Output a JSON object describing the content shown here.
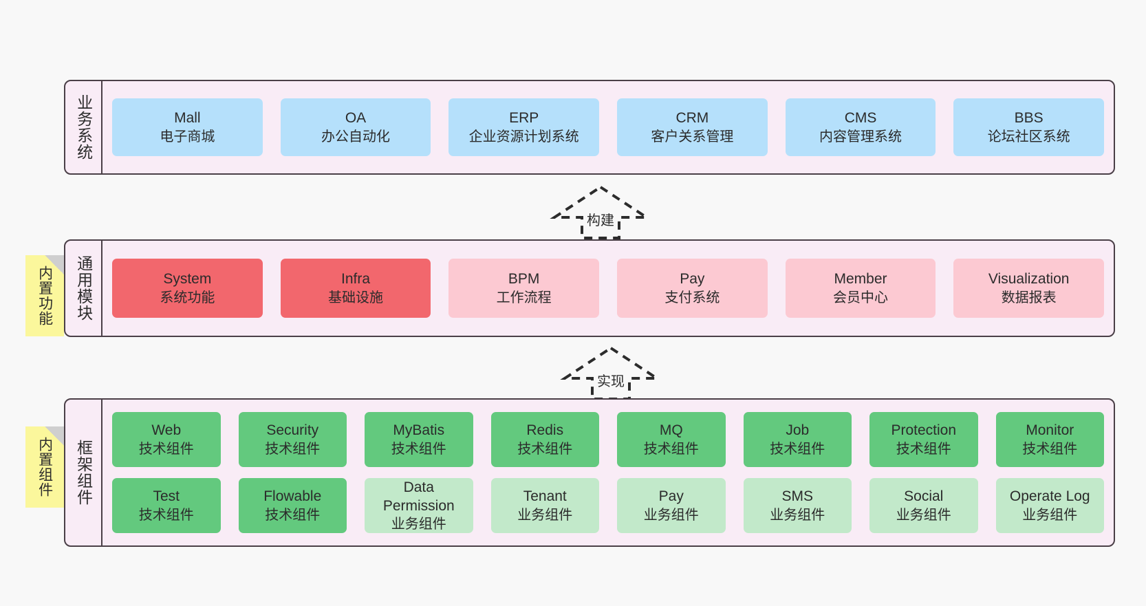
{
  "diagram": {
    "background_color": "#f8f8f8",
    "band_fill": "#f9ecf6",
    "band_border": "#4a3f47",
    "note_fill": "#fbf79c",
    "note_fold": "#cfcfcf"
  },
  "layers": [
    {
      "id": "business",
      "title": "业务系统",
      "note": null,
      "rows": [
        {
          "cards": [
            {
              "en": "Mall",
              "cn": "电子商城",
              "color": "#b5e0fb",
              "style": "c-blue"
            },
            {
              "en": "OA",
              "cn": "办公自动化",
              "color": "#b5e0fb",
              "style": "c-blue"
            },
            {
              "en": "ERP",
              "cn": "企业资源计划系统",
              "color": "#b5e0fb",
              "style": "c-blue"
            },
            {
              "en": "CRM",
              "cn": "客户关系管理",
              "color": "#b5e0fb",
              "style": "c-blue"
            },
            {
              "en": "CMS",
              "cn": "内容管理系统",
              "color": "#b5e0fb",
              "style": "c-blue"
            },
            {
              "en": "BBS",
              "cn": "论坛社区系统",
              "color": "#b5e0fb",
              "style": "c-blue"
            }
          ]
        }
      ]
    },
    {
      "id": "common-module",
      "title": "通用模块",
      "note": "内置功能",
      "rows": [
        {
          "cards": [
            {
              "en": "System",
              "cn": "系统功能",
              "color": "#f2676d",
              "style": "c-red"
            },
            {
              "en": "Infra",
              "cn": "基础设施",
              "color": "#f2676d",
              "style": "c-red"
            },
            {
              "en": "BPM",
              "cn": "工作流程",
              "color": "#fcc9d2",
              "style": "c-pink"
            },
            {
              "en": "Pay",
              "cn": "支付系统",
              "color": "#fcc9d2",
              "style": "c-pink"
            },
            {
              "en": "Member",
              "cn": "会员中心",
              "color": "#fcc9d2",
              "style": "c-pink"
            },
            {
              "en": "Visualization",
              "cn": "数据报表",
              "color": "#fcc9d2",
              "style": "c-pink"
            }
          ]
        }
      ]
    },
    {
      "id": "framework-component",
      "title": "框架组件",
      "note": "内置组件",
      "rows": [
        {
          "cards": [
            {
              "en": "Web",
              "cn": "技术组件",
              "color": "#63c97e",
              "style": "c-green"
            },
            {
              "en": "Security",
              "cn": "技术组件",
              "color": "#63c97e",
              "style": "c-green"
            },
            {
              "en": "MyBatis",
              "cn": "技术组件",
              "color": "#63c97e",
              "style": "c-green"
            },
            {
              "en": "Redis",
              "cn": "技术组件",
              "color": "#63c97e",
              "style": "c-green"
            },
            {
              "en": "MQ",
              "cn": "技术组件",
              "color": "#63c97e",
              "style": "c-green"
            },
            {
              "en": "Job",
              "cn": "技术组件",
              "color": "#63c97e",
              "style": "c-green"
            },
            {
              "en": "Protection",
              "cn": "技术组件",
              "color": "#63c97e",
              "style": "c-green"
            },
            {
              "en": "Monitor",
              "cn": "技术组件",
              "color": "#63c97e",
              "style": "c-green"
            }
          ]
        },
        {
          "cards": [
            {
              "en": "Test",
              "cn": "技术组件",
              "color": "#63c97e",
              "style": "c-green"
            },
            {
              "en": "Flowable",
              "cn": "技术组件",
              "color": "#63c97e",
              "style": "c-green"
            },
            {
              "en": "Data Permission",
              "cn": "业务组件",
              "color": "#c2e9ca",
              "style": "c-greenlite"
            },
            {
              "en": "Tenant",
              "cn": "业务组件",
              "color": "#c2e9ca",
              "style": "c-greenlite"
            },
            {
              "en": "Pay",
              "cn": "业务组件",
              "color": "#c2e9ca",
              "style": "c-greenlite"
            },
            {
              "en": "SMS",
              "cn": "业务组件",
              "color": "#c2e9ca",
              "style": "c-greenlite"
            },
            {
              "en": "Social",
              "cn": "业务组件",
              "color": "#c2e9ca",
              "style": "c-greenlite"
            },
            {
              "en": "Operate Log",
              "cn": "业务组件",
              "color": "#c2e9ca",
              "style": "c-greenlite"
            }
          ]
        }
      ]
    }
  ],
  "arrows": [
    {
      "id": "build",
      "label": "构建"
    },
    {
      "id": "implement",
      "label": "实现"
    }
  ]
}
